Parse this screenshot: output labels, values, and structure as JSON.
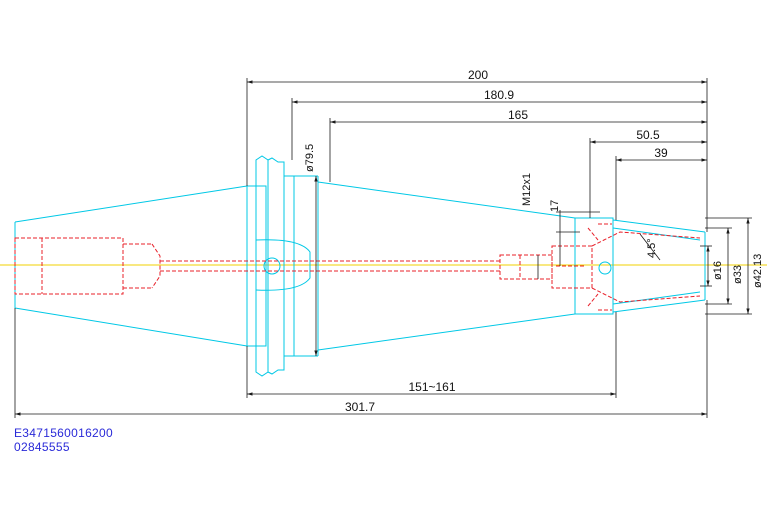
{
  "drawing": {
    "dimensions": {
      "total_length_top": "200",
      "length_180": "180.9",
      "length_165": "165",
      "length_50": "50.5",
      "length_39": "39",
      "flange_dia": "ø79.5",
      "thread": "M12x1",
      "depth_17": "17",
      "angle": "4.5°",
      "bore_dia": "ø16",
      "nose_dia": "ø33",
      "outer_dia": "ø42.13",
      "range": "151~161",
      "overall_length": "301.7"
    },
    "part_codes": [
      "E3471560016200",
      "02845555"
    ]
  },
  "colors": {
    "outline": "#00c8e6",
    "hidden": "#e8202a",
    "centerline": "#f2d200",
    "dimension": "#1a1a1a",
    "code_text": "#2a2ad8"
  }
}
